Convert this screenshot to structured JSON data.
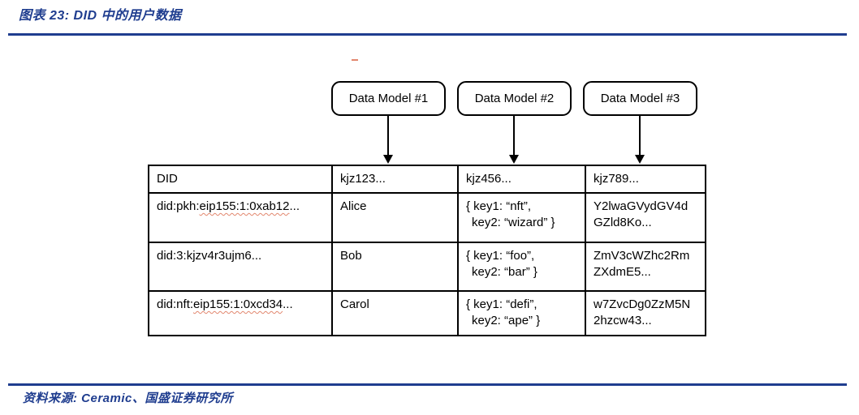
{
  "colors": {
    "accent": "#1F3D8F",
    "squiggle": "#E2876E",
    "line": "#000000"
  },
  "header": {
    "title": "图表 23: DID 中的用户数据"
  },
  "diagram": {
    "boxes": [
      {
        "label": "Data Model #1"
      },
      {
        "label": "Data Model #2"
      },
      {
        "label": "Data Model #3"
      }
    ]
  },
  "table": {
    "columns": [
      "DID",
      "kjz123...",
      "kjz456...",
      "kjz789..."
    ],
    "rows": [
      {
        "did": {
          "pre": "did:pkh:",
          "wavy": "eip155:1:0xab12",
          "post": "..."
        },
        "name": "Alice",
        "data": [
          "{ key1: “nft”,",
          "key2: “wizard” }"
        ],
        "blob": [
          "Y2lwaGVydGV4d",
          "GZld8Ko..."
        ]
      },
      {
        "did": {
          "pre": "did:3:kjzv4r3ujm6",
          "wavy": "",
          "post": "..."
        },
        "name": "Bob",
        "data": [
          "{ key1: “foo”,",
          "key2: “bar” }"
        ],
        "blob": [
          "ZmV3cWZhc2Rm",
          "ZXdmE5..."
        ]
      },
      {
        "did": {
          "pre": "did:nft:",
          "wavy": "eip155:1:0xcd34",
          "post": "..."
        },
        "name": "Carol",
        "data": [
          "{ key1: “defi”,",
          "key2: “ape” }"
        ],
        "blob": [
          "w7ZvcDg0ZzM5N",
          "2hzcw43..."
        ]
      }
    ]
  },
  "footer": {
    "source": "资料来源: Ceramic、国盛证券研究所"
  }
}
